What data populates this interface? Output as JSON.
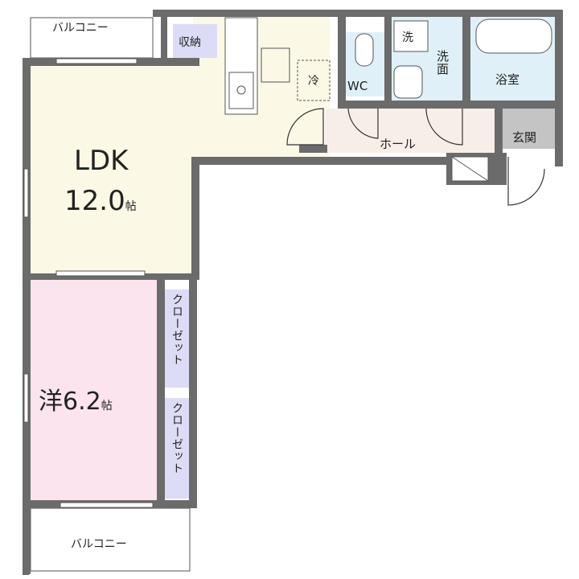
{
  "rooms": {
    "balcony_top": "バルコニー",
    "storage": "収納",
    "fridge": "冷",
    "wc": "WC",
    "washer": "洗",
    "washroom": "洗面",
    "bathroom": "浴室",
    "hall": "ホール",
    "entrance": "玄関",
    "ldk_name": "LDK",
    "ldk_size": "12.0",
    "tatami_unit": "帖",
    "western_name": "洋",
    "western_size": "6.2",
    "closet_1": "クローゼット",
    "closet_2": "クローゼット",
    "balcony_bottom": "バルコニー"
  },
  "colors": {
    "wall": "#6b6b6b",
    "ldk": "#fbf8e6",
    "western": "#fbe4ee",
    "wet": "#dff0f8",
    "hall": "#f8eee8",
    "entrance": "#c4c4c4",
    "storage": "#dcdcf6"
  }
}
